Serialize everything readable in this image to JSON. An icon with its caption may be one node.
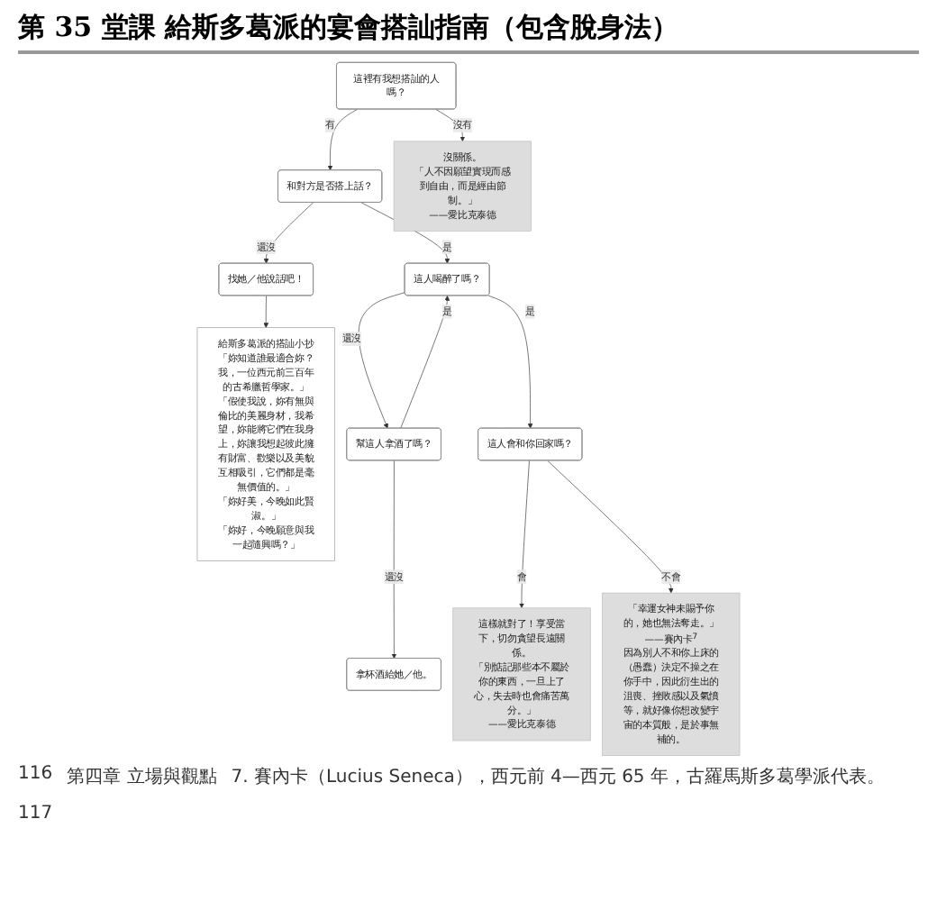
{
  "diagram": {
    "title": "第 35 堂課 給斯多葛派的宴會搭訕指南（包含脫身法）",
    "nodes": [
      {
        "text": [
          "這裡有我想搭訕的人嗎？"
        ]
      },
      {
        "text": [
          "和對方是否搭上話？"
        ]
      },
      {
        "text": [
          "找她／他說話吧！"
        ]
      },
      {
        "text": [
          "給斯多葛派的搭訕小抄",
          "「妳知道誰最適合妳？我，一位西元前三百年的古希臘哲學家。」",
          "「假使我說，妳有無與倫比的美麗身材，我希望，妳能將它們在我身上，妳讓我想起彼此擁有財富、歡樂以及美貌互相吸引，它們都是毫無價值的。」",
          "「妳好美，今晚如此賢淑。」",
          "「妳好，今晚願意與我一起隨興嗎？」"
        ]
      },
      {
        "text": [
          "幫這人拿酒了嗎？"
        ]
      },
      {
        "text": [
          "拿杯酒給她／他。"
        ]
      },
      {
        "text": [
          "這人喝醉了嗎？"
        ]
      },
      {
        "text": [
          "這人會和你回家嗎？"
        ]
      },
      {
        "text": [
          "這樣就對了！享受當下，切勿貪望長遠關係。",
          "「別惦記那些本不屬於你的東西，一旦上了心，失去時也會痛苦萬分。」",
          "——愛比克泰德"
        ]
      },
      {
        "text": [
          "「幸運女神未賜予你的，她也無法奪走。」",
          "——賽內卡$^{7}$",
          "因為別人不和你上床的（愚蠢）決定不操之在你手中，因此衍生出的沮喪、挫敗感以及氣憤等，就好像你想改變宇宙的本質般，是於事無補的。"
        ]
      },
      {
        "text": [
          "沒關係。",
          "「人不因願望實現而感到自由，而是經由節制。」",
          "——愛比克泰德"
        ]
      }
    ],
    "edges": [
      {
        "from": 0,
        "to": 1,
        "arrow": "to",
        "label": "有"
      },
      {
        "from": 0,
        "to": 10,
        "arrow": "to",
        "label": "沒有"
      },
      {
        "from": 1,
        "to": 2,
        "arrow": "to",
        "label": "還沒"
      },
      {
        "from": 2,
        "to": 3,
        "arrow": "to"
      },
      {
        "from": 1,
        "to": 6,
        "arrow": "to",
        "label": "是"
      },
      {
        "from": 4,
        "to": 6,
        "arrow": "to",
        "label": "是"
      },
      {
        "from": 6,
        "to": 4,
        "arrow": "to",
        "label": "還沒"
      },
      {
        "from": 4,
        "to": 5,
        "arrow": "to",
        "label": "還沒"
      },
      {
        "from": 6,
        "to": 7,
        "arrow": "to",
        "label": "是"
      },
      {
        "from": 7,
        "to": 8,
        "arrow": "to",
        "label": "會"
      },
      {
        "from": 7,
        "to": 9,
        "arrow": "to",
        "label": "不會"
      }
    ],
    "labels": [
      "116",
      "第四章 立場與觀點",
      "7. 賽內卡（Lucius Seneca），西元前 4—西元 65 年，古羅馬斯多葛學派代表。",
      "117"
    ]
  }
}
